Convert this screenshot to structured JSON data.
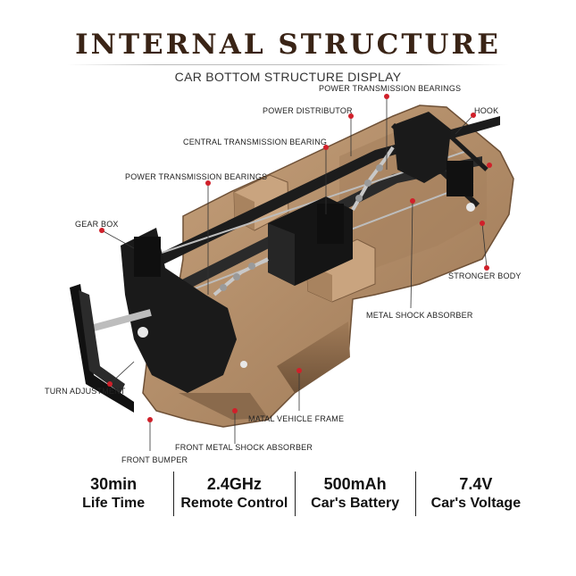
{
  "title": "INTERNAL STRUCTURE",
  "subtitle": "CAR BOTTOM STRUCTURE DISPLAY",
  "callouts": {
    "power_transmission_bearings_top": "POWER TRANSMISSION BEARINGS",
    "power_distributor": "POWER DISTRIBUTOR",
    "hook": "HOOK",
    "central_transmission_bearing": "CENTRAL TRANSMISSION BEARING",
    "power_transmission_bearings_left": "POWER TRANSMISSION BEARINGS",
    "gear_box": "GEAR BOX",
    "stronger_body": "STRONGER BODY",
    "metal_shock_absorber": "METAL SHOCK ABSORBER",
    "turn_adjustment": "TURN ADJUSTMENT",
    "matal_vehicle_frame": "MATAL VEHICLE FRAME",
    "front_metal_shock_absorber": "FRONT METAL SHOCK ABSORBER",
    "front_bumper": "FRONT BUMPER"
  },
  "specs": [
    {
      "value": "30min",
      "label": "Life Time"
    },
    {
      "value": "2.4GHz",
      "label": "Remote Control"
    },
    {
      "value": "500mAh",
      "label": "Car's Battery"
    },
    {
      "value": "7.4V",
      "label": "Car's Voltage"
    }
  ],
  "colors": {
    "title": "#3a2416",
    "body_tan": "#b08a66",
    "body_dark": "#8a6a4c",
    "callout_dot": "#d0202a",
    "frame_black": "#1c1c1c"
  }
}
